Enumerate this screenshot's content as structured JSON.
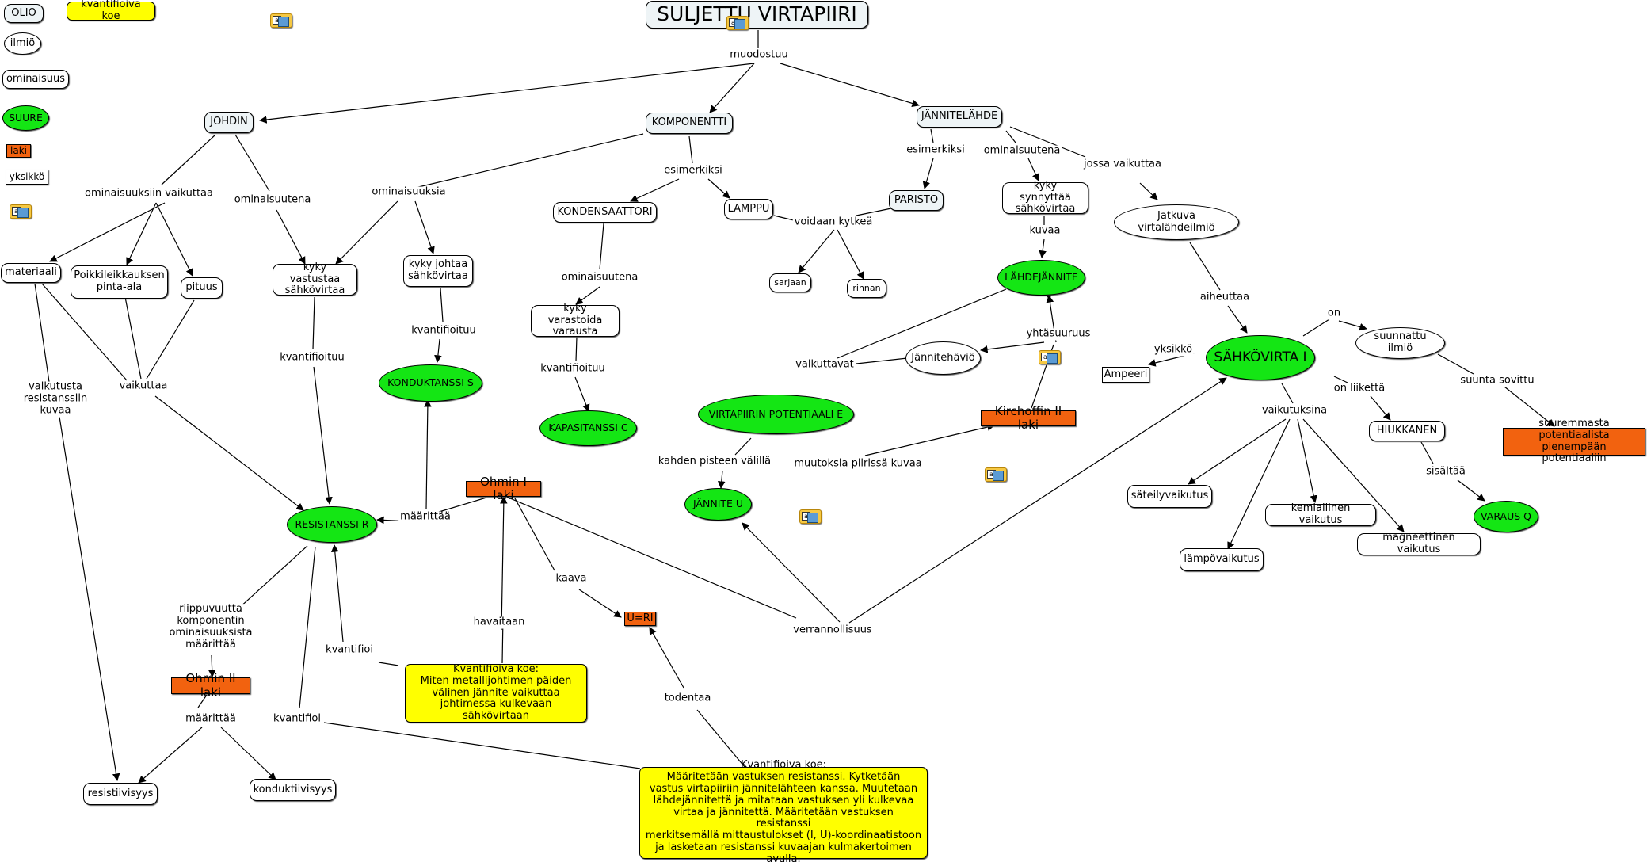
{
  "legend": {
    "olio": "OLIO",
    "kvantifioiva_koe": "kvantifioiva koe",
    "ilmio": "ilmiö",
    "ominaisuus": "ominaisuus",
    "suure": "SUURE",
    "laki": "laki",
    "yksikko": "yksikkö"
  },
  "concepts": {
    "title": "SULJETTU VIRTAPIIRI",
    "johdin": "JOHDIN",
    "komponentti": "KOMPONENTTI",
    "jannitelahde": "JÄNNITELÄHDE",
    "kondensaattori": "KONDENSAATTORI",
    "lamppu": "LAMPPU",
    "paristo": "PARISTO",
    "kyky_synnyttaa": "kyky synnyttää\nsähkövirtaa",
    "jatkuva": "Jatkuva virtalähdeilmiö",
    "lahdejannite": "LÄHDEJÄNNITE",
    "materiaali": "materiaali",
    "poikkileikkaus": "Poikkileikkauksen\npinta-ala",
    "pituus": "pituus",
    "kyky_vastustaa": "kyky vastustaa\nsähkövirtaa",
    "kyky_johtaa": "kyky johtaa\nsähkövirtaa",
    "kyky_varastoida": "kyky varastoida\nvarausta",
    "sarjaan": "sarjaan",
    "rinnan": "rinnan",
    "jannitehavio": "Jännitehäviö",
    "kirchoff": "Kirchoffin II laki",
    "sahkovirta": "SÄHKÖVIRTA I",
    "suunnattu": "suunnattu ilmiö",
    "ampeeri": "Ampeeri",
    "hiukkanen": "HIUKKANEN",
    "suunta_arvo": "suuremmasta potentiaalista\npienempään potentiaaliin",
    "konduktanssi": "KONDUKTANSSI S",
    "kapasitanssi": "KAPASITANSSI C",
    "potentiaali": "VIRTAPIIRIN POTENTIAALI E",
    "jannite": "JÄNNITE U",
    "resistanssi": "RESISTANSSI R",
    "ohmin1": "Ohmin I laki",
    "uri": "U=RI",
    "ohmin2": "Ohmin II laki",
    "resistiivisyys": "resistiivisyys",
    "konduktiivisyys": "konduktiivisyys",
    "koe1": "Kvantifioiva koe:\nMiten metallijohtimen päiden\nvälinen jännite vaikuttaa\njohtimessa kulkevaan sähkövirtaan",
    "koe2": "Kvantifioiva koe:\nMääritetään vastuksen resistanssi. Kytketään\nvastus virtapiiriin jännitelähteen kanssa. Muutetaan\nlähdejännitettä ja mitataan vastuksen yli kulkevaa\nvirtaa ja jännitettä. Määritetään vastuksen resistanssi\nmerkitsemällä mittaustulokset (I, U)-koordinaatistoon\nja lasketaan resistanssi kuvaajan kulmakertoimen avulla.",
    "sateily": "säteilyvaikutus",
    "kemiallinen": "kemiallinen vaikutus",
    "lampo": "lämpövaikutus",
    "magneettinen": "magneettinen vaikutus",
    "varaus": "VARAUS Q"
  },
  "phrases": {
    "muodostuu": "muodostuu",
    "esimerkiksi_1": "esimerkiksi",
    "ominaisuutena_1": "ominaisuutena",
    "jossa_vaikuttaa": "jossa vaikuttaa",
    "ominaisuuksiin_vaikuttaa": "ominaisuuksiin vaikuttaa",
    "ominaisuutena_2": "ominaisuutena",
    "ominaisuuksia": "ominaisuuksia",
    "esimerkiksi_2": "esimerkiksi",
    "voidaan_kytkea": "voidaan kytkeä",
    "kuvaa": "kuvaa",
    "ominaisuutena_3": "ominaisuutena",
    "kvantifioituu_1": "kvantifioituu",
    "kvantifioituu_2": "kvantifioituu",
    "kvantifioituu_3": "kvantifioituu",
    "aiheuttaa": "aiheuttaa",
    "on": "on",
    "yhtasuuruus": "yhtäsuuruus",
    "vaikuttavat": "vaikuttavat",
    "yksikko": "yksikkö",
    "on_liiketta": "on liikettä",
    "suunta_sovittu": "suunta sovittu",
    "vaikutuksina": "vaikutuksina",
    "vaikutusta": "vaikutusta\nresistanssiin\nkuvaa",
    "vaikuttaa": "vaikuttaa",
    "kahden_pisteen": "kahden pisteen välillä",
    "muutoksia": "muutoksia piirissä kuvaa",
    "sisaltaa": "sisältää",
    "maarittaa_1": "määrittää",
    "kaava": "kaava",
    "riippuvuutta": "riippuvuutta\nkomponentin\nominaisuuksista\nmäärittää",
    "kvantifioi_1": "kvantifioi",
    "havaitaan": "havaitaan",
    "verrannollisuus": "verrannollisuus",
    "maarittaa_2": "määrittää",
    "kvantifioi_2": "kvantifioi",
    "todentaa": "todentaa"
  },
  "resource_icons": [
    "resource-icon",
    "resource-icon",
    "resource-icon",
    "resource-icon",
    "resource-icon",
    "resource-icon",
    "resource-icon"
  ]
}
